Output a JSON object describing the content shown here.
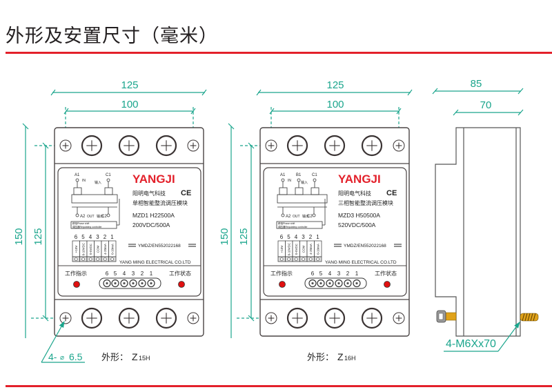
{
  "page": {
    "title": "外形及安置尺寸（毫米）",
    "accent_color": "#e3202a",
    "dimension_color": "#1aa58c"
  },
  "dimensions": {
    "front_width_outer": "125",
    "front_width_holes": "100",
    "front_height_outer": "150",
    "front_height_holes": "125",
    "side_depth_outer": "85",
    "side_depth_inner": "70",
    "hole_spec_prefix": "4-",
    "hole_spec_symbol": "⌀",
    "hole_spec_value": "6.5",
    "screw_spec": "4-M6Xx70"
  },
  "modules": [
    {
      "brand": "YANGJI",
      "company_cn": "阳明电气科技",
      "product_cn": "单相智能整流调压模块",
      "model": "MZD1 H22500A",
      "rating": "200VDC/500A",
      "ce": "CE",
      "circuit": {
        "in_terminals": [
          "A1",
          "C1"
        ],
        "out_terminals": [
          "A2",
          "C2"
        ],
        "in_label": "IN",
        "in_label_cn": "输入",
        "out_label": "OUT",
        "out_label_cn": "输出",
        "note_line1": "移相Phase shift",
        "note_line2": "调压器Regulating controller"
      },
      "terminal_numbers": [
        "6",
        "5",
        "4",
        "3",
        "2",
        "1"
      ],
      "terminal_labels": [
        "+10V",
        "0-10VDC",
        "0-5VDC",
        "COM",
        "4-20mA",
        "0-10mA"
      ],
      "standard": "YMDZ/EN552022168",
      "company_en": "YANG MING ELECTRICAL CO.LTD",
      "indicator_left": "工作指示",
      "indicator_right": "工作状态",
      "shape_label": "外形：",
      "shape_code": "Z",
      "shape_sub": "15H"
    },
    {
      "brand": "YANGJI",
      "company_cn": "阳明电气科技",
      "product_cn": "三相智能整流调压模块",
      "model": "MZD3 H50500A",
      "rating": "520VDC/500A",
      "ce": "CE",
      "circuit": {
        "in_terminals": [
          "A1",
          "B1",
          "C1"
        ],
        "out_terminals": [
          "A2",
          "C2"
        ],
        "in_label": "IN",
        "in_label_cn": "输入",
        "out_label": "OUT",
        "out_label_cn": "输出",
        "note_line1": "移相Phase shift",
        "note_line2": "调压器Regulating controller"
      },
      "terminal_numbers": [
        "6",
        "5",
        "4",
        "3",
        "2",
        "1"
      ],
      "terminal_labels": [
        "+10V",
        "0-10VDC",
        "0-5VDC",
        "COM",
        "4-20mA",
        "0-10mA"
      ],
      "standard": "YMDZ/EN552022168",
      "company_en": "YANG MING ELECTRICAL CO.LTD",
      "indicator_left": "工作指示",
      "indicator_right": "工作状态",
      "shape_label": "外形：",
      "shape_code": "Z",
      "shape_sub": "16H"
    }
  ]
}
